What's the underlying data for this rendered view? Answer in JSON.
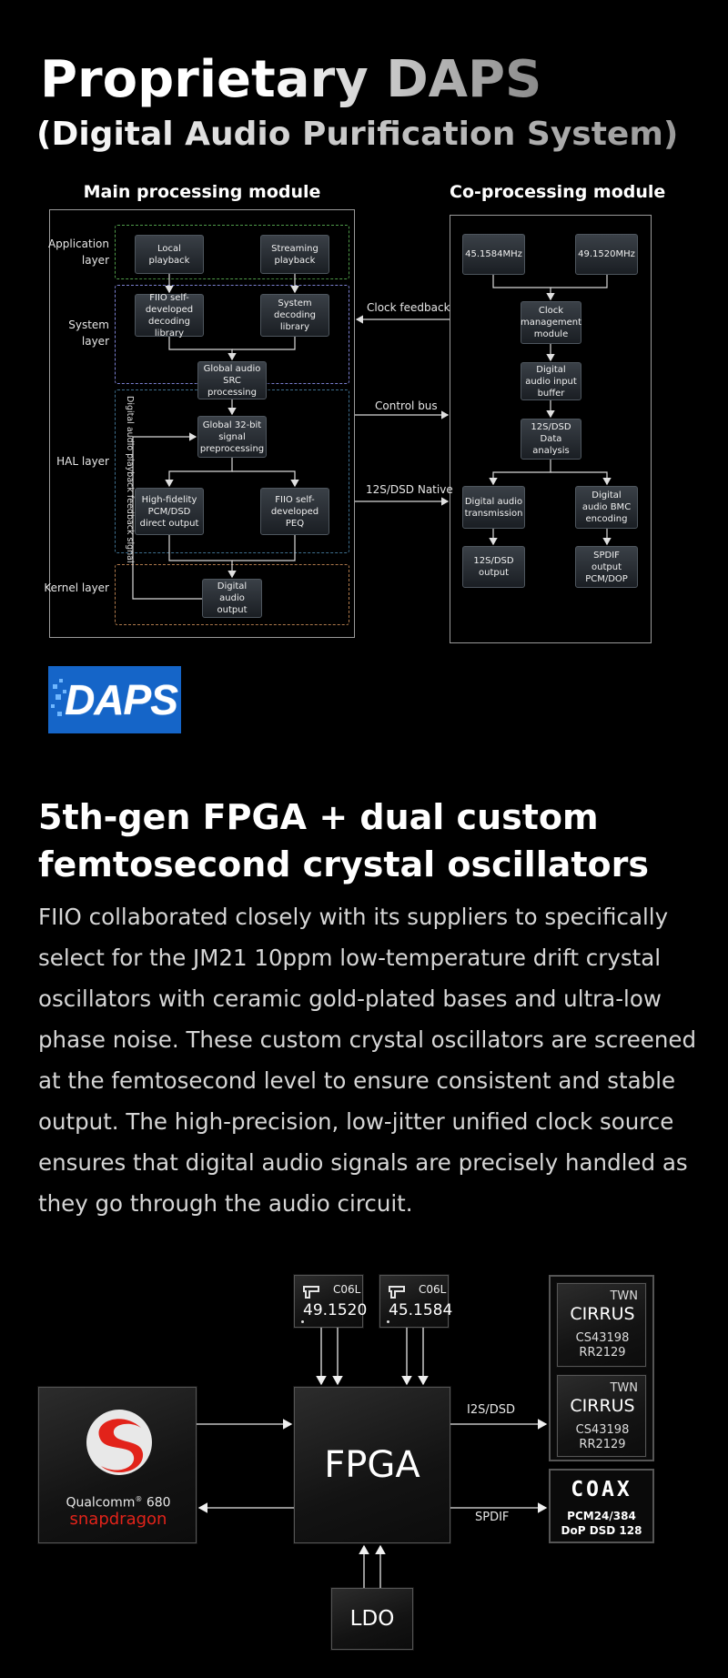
{
  "header": {
    "title": "Proprietary DAPS",
    "subtitle": "(Digital Audio Purification System)"
  },
  "daps_diagram": {
    "main_module_title": "Main processing module",
    "co_module_title": "Co-processing module",
    "layers": {
      "application": "Application layer",
      "system": "System layer",
      "hal": "HAL layer",
      "kernel": "Kernel layer"
    },
    "feedback_signal_label": "Digital audio playback feedback signal",
    "main_blocks": {
      "local_playback": "Local playback",
      "streaming_playback": "Streaming playback",
      "fiio_decoding": "FIIO self-developed decoding library",
      "system_decoding": "System decoding library",
      "global_src": "Global audio SRC processing",
      "global_32bit": "Global 32-bit signal preprocessing",
      "hifi_direct": "High-fidelity PCM/DSD direct output",
      "fiio_peq": "FIIO self-developed PEQ",
      "digital_output": "Digital audio output"
    },
    "links": {
      "clock_feedback": "Clock feedback",
      "control_bus": "Control bus",
      "i2s_native": "12S/DSD Native"
    },
    "co_blocks": {
      "clock1": "45.1584MHz",
      "clock2": "49.1520MHz",
      "clock_mgmt": "Clock management module",
      "input_buffer": "Digital audio input buffer",
      "data_analysis": "12S/DSD Data analysis",
      "transmission": "Digital audio transmission",
      "bmc": "Digital audio BMC encoding",
      "i2s_output": "12S/DSD output",
      "spdif_output": "SPDIF output PCM/DOP"
    }
  },
  "logo": {
    "text": "DAPS",
    "color": "#1565c8"
  },
  "section2": {
    "heading": "5th-gen FPGA + dual custom femtosecond crystal oscillators",
    "paragraph": "FIIO collaborated closely with its suppliers to specifically select for the JM21 10ppm low-temperature drift crystal oscillators with ceramic gold-plated bases and ultra-low phase noise. These custom crystal oscillators are screened at the femtosecond level to ensure consistent and stable output. The high-precision, low-jitter unified clock source ensures that digital audio signals are precisely handled as they go through the audio circuit."
  },
  "chip_diagram": {
    "osc1": {
      "model": "C06L",
      "freq": "49.1520"
    },
    "osc2": {
      "model": "C06L",
      "freq": "45.1584"
    },
    "fpga": "FPGA",
    "soc": {
      "brand": "Qualcomm",
      "reg": "®",
      "model": "680",
      "name": "snapdragon",
      "color": "#e2231a"
    },
    "ldo": "LDO",
    "dac1": {
      "tag": "TWN",
      "brand": "CIRRUS",
      "part": "CS43198",
      "code": "RR2129"
    },
    "dac2": {
      "tag": "TWN",
      "brand": "CIRRUS",
      "part": "CS43198",
      "code": "RR2129"
    },
    "coax": {
      "title": "COAX",
      "line1": "PCM24/384",
      "line2": "DoP DSD 128"
    },
    "i2s_label": "I2S/DSD",
    "spdif_label": "SPDIF"
  }
}
